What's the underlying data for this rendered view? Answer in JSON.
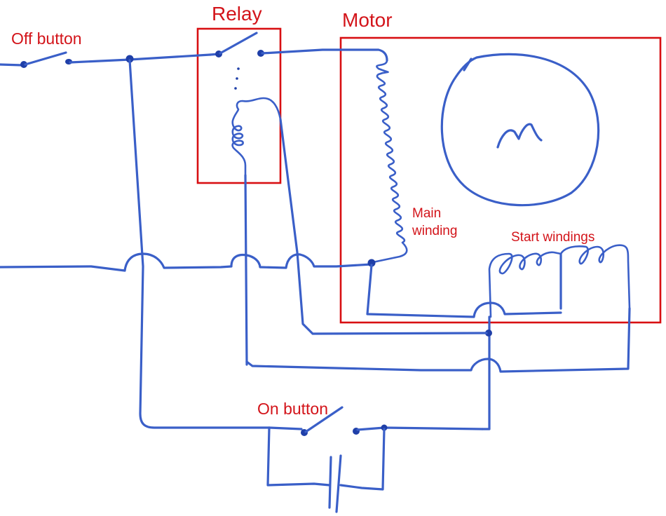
{
  "diagram": {
    "title": "Capacitor-start motor control circuit with relay",
    "labels": {
      "off_button": "Off button",
      "relay": "Relay",
      "motor": "Motor",
      "motor_symbol": "M",
      "main_winding_line1": "Main",
      "main_winding_line2": "winding",
      "start_windings": "Start windings",
      "on_button": "On button"
    },
    "components": [
      {
        "id": "off-button",
        "type": "switch",
        "label": "Off button",
        "state": "open"
      },
      {
        "id": "relay-contact",
        "type": "switch",
        "parent": "Relay",
        "state": "open"
      },
      {
        "id": "relay-coil",
        "type": "coil",
        "parent": "Relay"
      },
      {
        "id": "motor-rotor",
        "type": "motor",
        "symbol": "M"
      },
      {
        "id": "main-winding",
        "type": "coil",
        "label": "Main winding"
      },
      {
        "id": "start-winding-1",
        "type": "coil",
        "label": "Start windings"
      },
      {
        "id": "start-winding-2",
        "type": "coil",
        "label": "Start windings"
      },
      {
        "id": "on-button",
        "type": "switch",
        "label": "On button",
        "state": "open"
      },
      {
        "id": "capacitor",
        "type": "capacitor"
      }
    ],
    "colors": {
      "wire": "#3a5fc8",
      "node": "#1f3fa8",
      "annotation": "#d3141a"
    }
  }
}
